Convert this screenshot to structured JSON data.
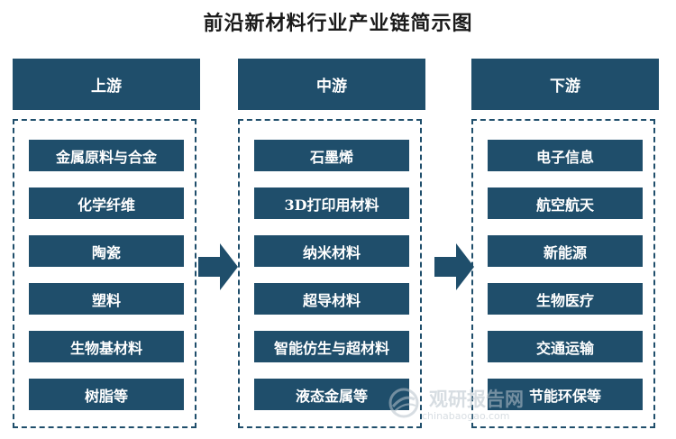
{
  "title": "前沿新材料行业产业链简示图",
  "columns": [
    {
      "header": "上游",
      "items": [
        "金属原料与合金",
        "化学纤维",
        "陶瓷",
        "塑料",
        "生物基材料",
        "树脂等"
      ]
    },
    {
      "header": "中游",
      "items": [
        "石墨烯",
        "3D打印用材料",
        "纳米材料",
        "超导材料",
        "智能仿生与超材料",
        "液态金属等"
      ]
    },
    {
      "header": "下游",
      "items": [
        "电子信息",
        "航空航天",
        "新能源",
        "生物医疗",
        "交通运输",
        "节能环保等"
      ]
    }
  ],
  "watermark": {
    "cn": "观研报告网",
    "en": "chinabaogao.com"
  },
  "colors": {
    "primary": "#1f4e6b",
    "text": "#ffffff"
  },
  "icons": {
    "flow_arrow": "arrow-right-icon",
    "watermark_logo": "globe-icon"
  }
}
